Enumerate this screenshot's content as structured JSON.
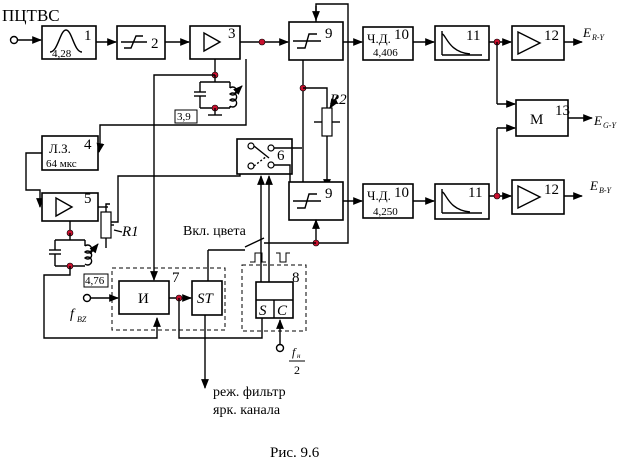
{
  "title": "ПЦТВС",
  "caption": "Рис. 9.6",
  "switch_label": "Вкл. цвета",
  "filter_note": [
    "реж. фильтр",
    "ярк. канала"
  ],
  "outputs": {
    "r_y": "E",
    "r_y_sub": "R-Y",
    "g_y": "E",
    "g_y_sub": "G-Y",
    "b_y": "E",
    "b_y_sub": "B-Y"
  },
  "inputs": {
    "fbz": "f",
    "fbz_sub": "BZ",
    "fh_num": "f",
    "fh_sub": "н",
    "fh_den": "2"
  },
  "blocks": {
    "b1": {
      "num": "1",
      "value": "4,28"
    },
    "b2": {
      "num": "2"
    },
    "b3": {
      "num": "3"
    },
    "tank1": {
      "value": "3,9"
    },
    "b4": {
      "num": "4",
      "line1": "Л.З.",
      "line2": "64 мкс"
    },
    "b5": {
      "num": "5"
    },
    "tank2": {
      "value": "4,76"
    },
    "r1": "R1",
    "r2": "R2",
    "b6": {
      "num": "6"
    },
    "b7": {
      "num": "7",
      "and_label": "И",
      "st_label": "ST"
    },
    "b8": {
      "num": "8",
      "s": "S",
      "c": "C"
    },
    "b9a": {
      "num": "9"
    },
    "b9b": {
      "num": "9"
    },
    "b10a": {
      "num": "10",
      "line1": "Ч.Д.",
      "line2": "4,406"
    },
    "b10b": {
      "num": "10",
      "line1": "Ч.Д.",
      "line2": "4,250"
    },
    "b11a": {
      "num": "11"
    },
    "b11b": {
      "num": "11"
    },
    "b12a": {
      "num": "12"
    },
    "b12b": {
      "num": "12"
    },
    "b13": {
      "num": "13",
      "label": "М"
    }
  }
}
